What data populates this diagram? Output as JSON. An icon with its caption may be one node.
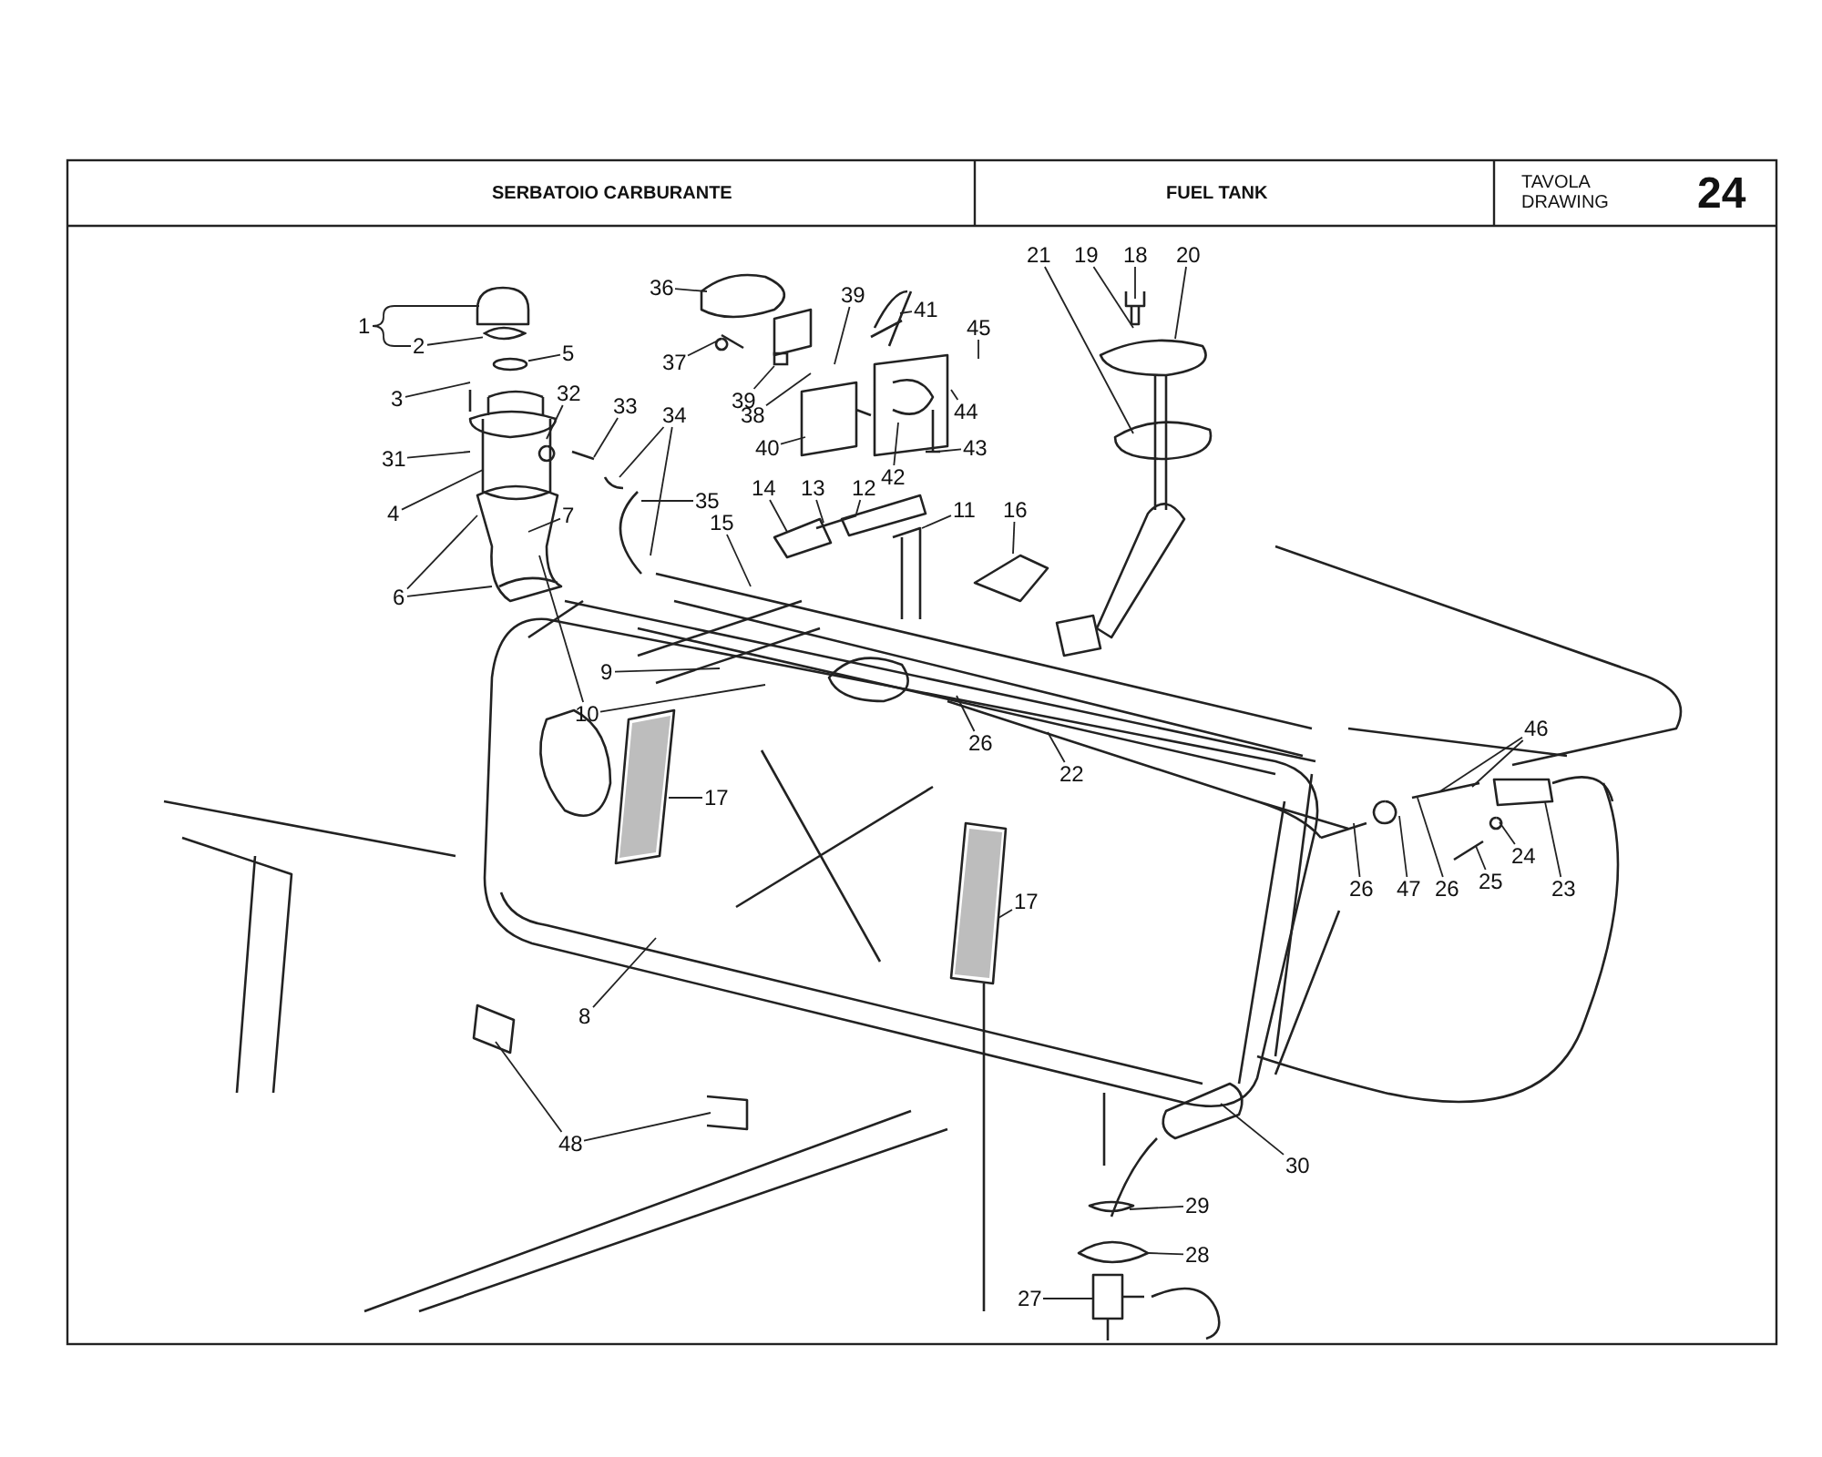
{
  "diagram": {
    "nodes": [
      {
        "text": [
          "1"
        ]
      },
      {
        "text": [
          "2"
        ]
      },
      {
        "text": [
          "5"
        ]
      },
      {
        "text": [
          "3"
        ]
      },
      {
        "text": [
          "31"
        ]
      },
      {
        "text": [
          "4"
        ]
      },
      {
        "text": [
          "6"
        ]
      },
      {
        "text": [
          "7"
        ]
      },
      {
        "text": [
          "32"
        ]
      },
      {
        "text": [
          "33"
        ]
      },
      {
        "text": [
          "34"
        ]
      },
      {
        "text": [
          "35"
        ]
      },
      {
        "text": [
          "36"
        ]
      },
      {
        "text": [
          "37"
        ]
      },
      {
        "text": [
          "39"
        ]
      },
      {
        "text": [
          "39"
        ]
      },
      {
        "text": [
          "38"
        ]
      },
      {
        "text": [
          "40"
        ]
      },
      {
        "text": [
          "41"
        ]
      },
      {
        "text": [
          "45"
        ]
      },
      {
        "text": [
          "44"
        ]
      },
      {
        "text": [
          "42"
        ]
      },
      {
        "text": [
          "43"
        ]
      },
      {
        "text": [
          "21"
        ]
      },
      {
        "text": [
          "19"
        ]
      },
      {
        "text": [
          "18"
        ]
      },
      {
        "text": [
          "20"
        ]
      },
      {
        "text": [
          "14"
        ]
      },
      {
        "text": [
          "13"
        ]
      },
      {
        "text": [
          "12"
        ]
      },
      {
        "text": [
          "11"
        ]
      },
      {
        "text": [
          "16"
        ]
      },
      {
        "text": [
          "15"
        ]
      },
      {
        "text": [
          "9"
        ]
      },
      {
        "text": [
          "10"
        ]
      },
      {
        "text": [
          "26"
        ]
      },
      {
        "text": [
          "22"
        ]
      },
      {
        "text": [
          "17"
        ]
      },
      {
        "text": [
          "46"
        ]
      },
      {
        "text": [
          "26"
        ]
      },
      {
        "text": [
          "47"
        ]
      },
      {
        "text": [
          "26"
        ]
      },
      {
        "text": [
          "25"
        ]
      },
      {
        "text": [
          "24"
        ]
      },
      {
        "text": [
          "23"
        ]
      },
      {
        "text": [
          "17"
        ]
      },
      {
        "text": [
          "8"
        ]
      },
      {
        "text": [
          "48"
        ]
      },
      {
        "text": [
          "30"
        ]
      },
      {
        "text": [
          "29"
        ]
      },
      {
        "text": [
          "28"
        ]
      },
      {
        "text": [
          "27"
        ]
      },
      {
        "text": [],
        "shape": "picture"
      },
      {
        "text": [],
        "shape": "circle"
      },
      {
        "text": [],
        "shape": "box"
      }
    ],
    "edges": [
      {
        "from": 0,
        "to": null,
        "arrow": "none"
      },
      {
        "from": 0,
        "to": 1,
        "arrow": "none"
      },
      {
        "from": 1,
        "to": 52,
        "arrow": "none"
      },
      {
        "from": 2,
        "to": 53,
        "arrow": "none"
      },
      {
        "from": 3,
        "to": null,
        "arrow": "none"
      },
      {
        "from": 4,
        "to": null,
        "arrow": "none"
      },
      {
        "from": 5,
        "to": null,
        "arrow": "none"
      },
      {
        "from": 6,
        "to": null,
        "arrow": "none"
      },
      {
        "from": 6,
        "to": null,
        "arrow": "none"
      },
      {
        "from": 7,
        "to": null,
        "arrow": "none"
      },
      {
        "from": 8,
        "to": null,
        "arrow": "none"
      },
      {
        "from": 9,
        "to": null,
        "arrow": "none"
      },
      {
        "from": 10,
        "to": null,
        "arrow": "none"
      },
      {
        "from": 10,
        "to": null,
        "arrow": "none"
      },
      {
        "from": 11,
        "to": null,
        "arrow": "none"
      },
      {
        "from": 12,
        "to": null,
        "arrow": "none"
      },
      {
        "from": 13,
        "to": null,
        "arrow": "none"
      },
      {
        "from": 14,
        "to": null,
        "arrow": "none"
      },
      {
        "from": 15,
        "to": 54,
        "arrow": "none"
      },
      {
        "from": 16,
        "to": null,
        "arrow": "none"
      },
      {
        "from": 17,
        "to": null,
        "arrow": "none"
      },
      {
        "from": 18,
        "to": null,
        "arrow": "none"
      },
      {
        "from": 19,
        "to": null,
        "arrow": "none"
      },
      {
        "from": 20,
        "to": null,
        "arrow": "none"
      },
      {
        "from": 21,
        "to": null,
        "arrow": "none"
      },
      {
        "from": 22,
        "to": null,
        "arrow": "none"
      },
      {
        "from": 23,
        "to": null,
        "arrow": "none"
      },
      {
        "from": 24,
        "to": null,
        "arrow": "none"
      },
      {
        "from": 25,
        "to": null,
        "arrow": "none"
      },
      {
        "from": 26,
        "to": null,
        "arrow": "none"
      },
      {
        "from": 27,
        "to": null,
        "arrow": "none"
      },
      {
        "from": 28,
        "to": null,
        "arrow": "none"
      },
      {
        "from": 29,
        "to": null,
        "arrow": "none"
      },
      {
        "from": 30,
        "to": null,
        "arrow": "none"
      },
      {
        "from": 31,
        "to": null,
        "arrow": "none"
      },
      {
        "from": 32,
        "to": null,
        "arrow": "none"
      },
      {
        "from": 33,
        "to": null,
        "arrow": "none"
      },
      {
        "from": 34,
        "to": null,
        "arrow": "none"
      },
      {
        "from": 34,
        "to": null,
        "arrow": "none"
      },
      {
        "from": 35,
        "to": null,
        "arrow": "none"
      },
      {
        "from": 36,
        "to": null,
        "arrow": "none"
      },
      {
        "from": 37,
        "to": null,
        "arrow": "none"
      },
      {
        "from": 38,
        "to": null,
        "arrow": "none"
      },
      {
        "from": 38,
        "to": null,
        "arrow": "none"
      },
      {
        "from": 39,
        "to": null,
        "arrow": "none"
      },
      {
        "from": 40,
        "to": null,
        "arrow": "none"
      },
      {
        "from": 41,
        "to": null,
        "arrow": "none"
      },
      {
        "from": 42,
        "to": null,
        "arrow": "none"
      },
      {
        "from": 43,
        "to": null,
        "arrow": "none"
      },
      {
        "from": 44,
        "to": null,
        "arrow": "none"
      },
      {
        "from": 45,
        "to": null,
        "arrow": "none"
      },
      {
        "from": 46,
        "to": null,
        "arrow": "none"
      },
      {
        "from": 47,
        "to": null,
        "arrow": "none"
      },
      {
        "from": 47,
        "to": null,
        "arrow": "none"
      },
      {
        "from": 48,
        "to": null,
        "arrow": "none"
      },
      {
        "from": 49,
        "to": null,
        "arrow": "none"
      },
      {
        "from": 50,
        "to": null,
        "arrow": "none"
      },
      {
        "from": 51,
        "to": null,
        "arrow": "none"
      }
    ],
    "labels": [
      "SERBATOIO CARBURANTE",
      "FUEL TANK",
      "TAVOLA",
      "DRAWING",
      "24"
    ]
  }
}
